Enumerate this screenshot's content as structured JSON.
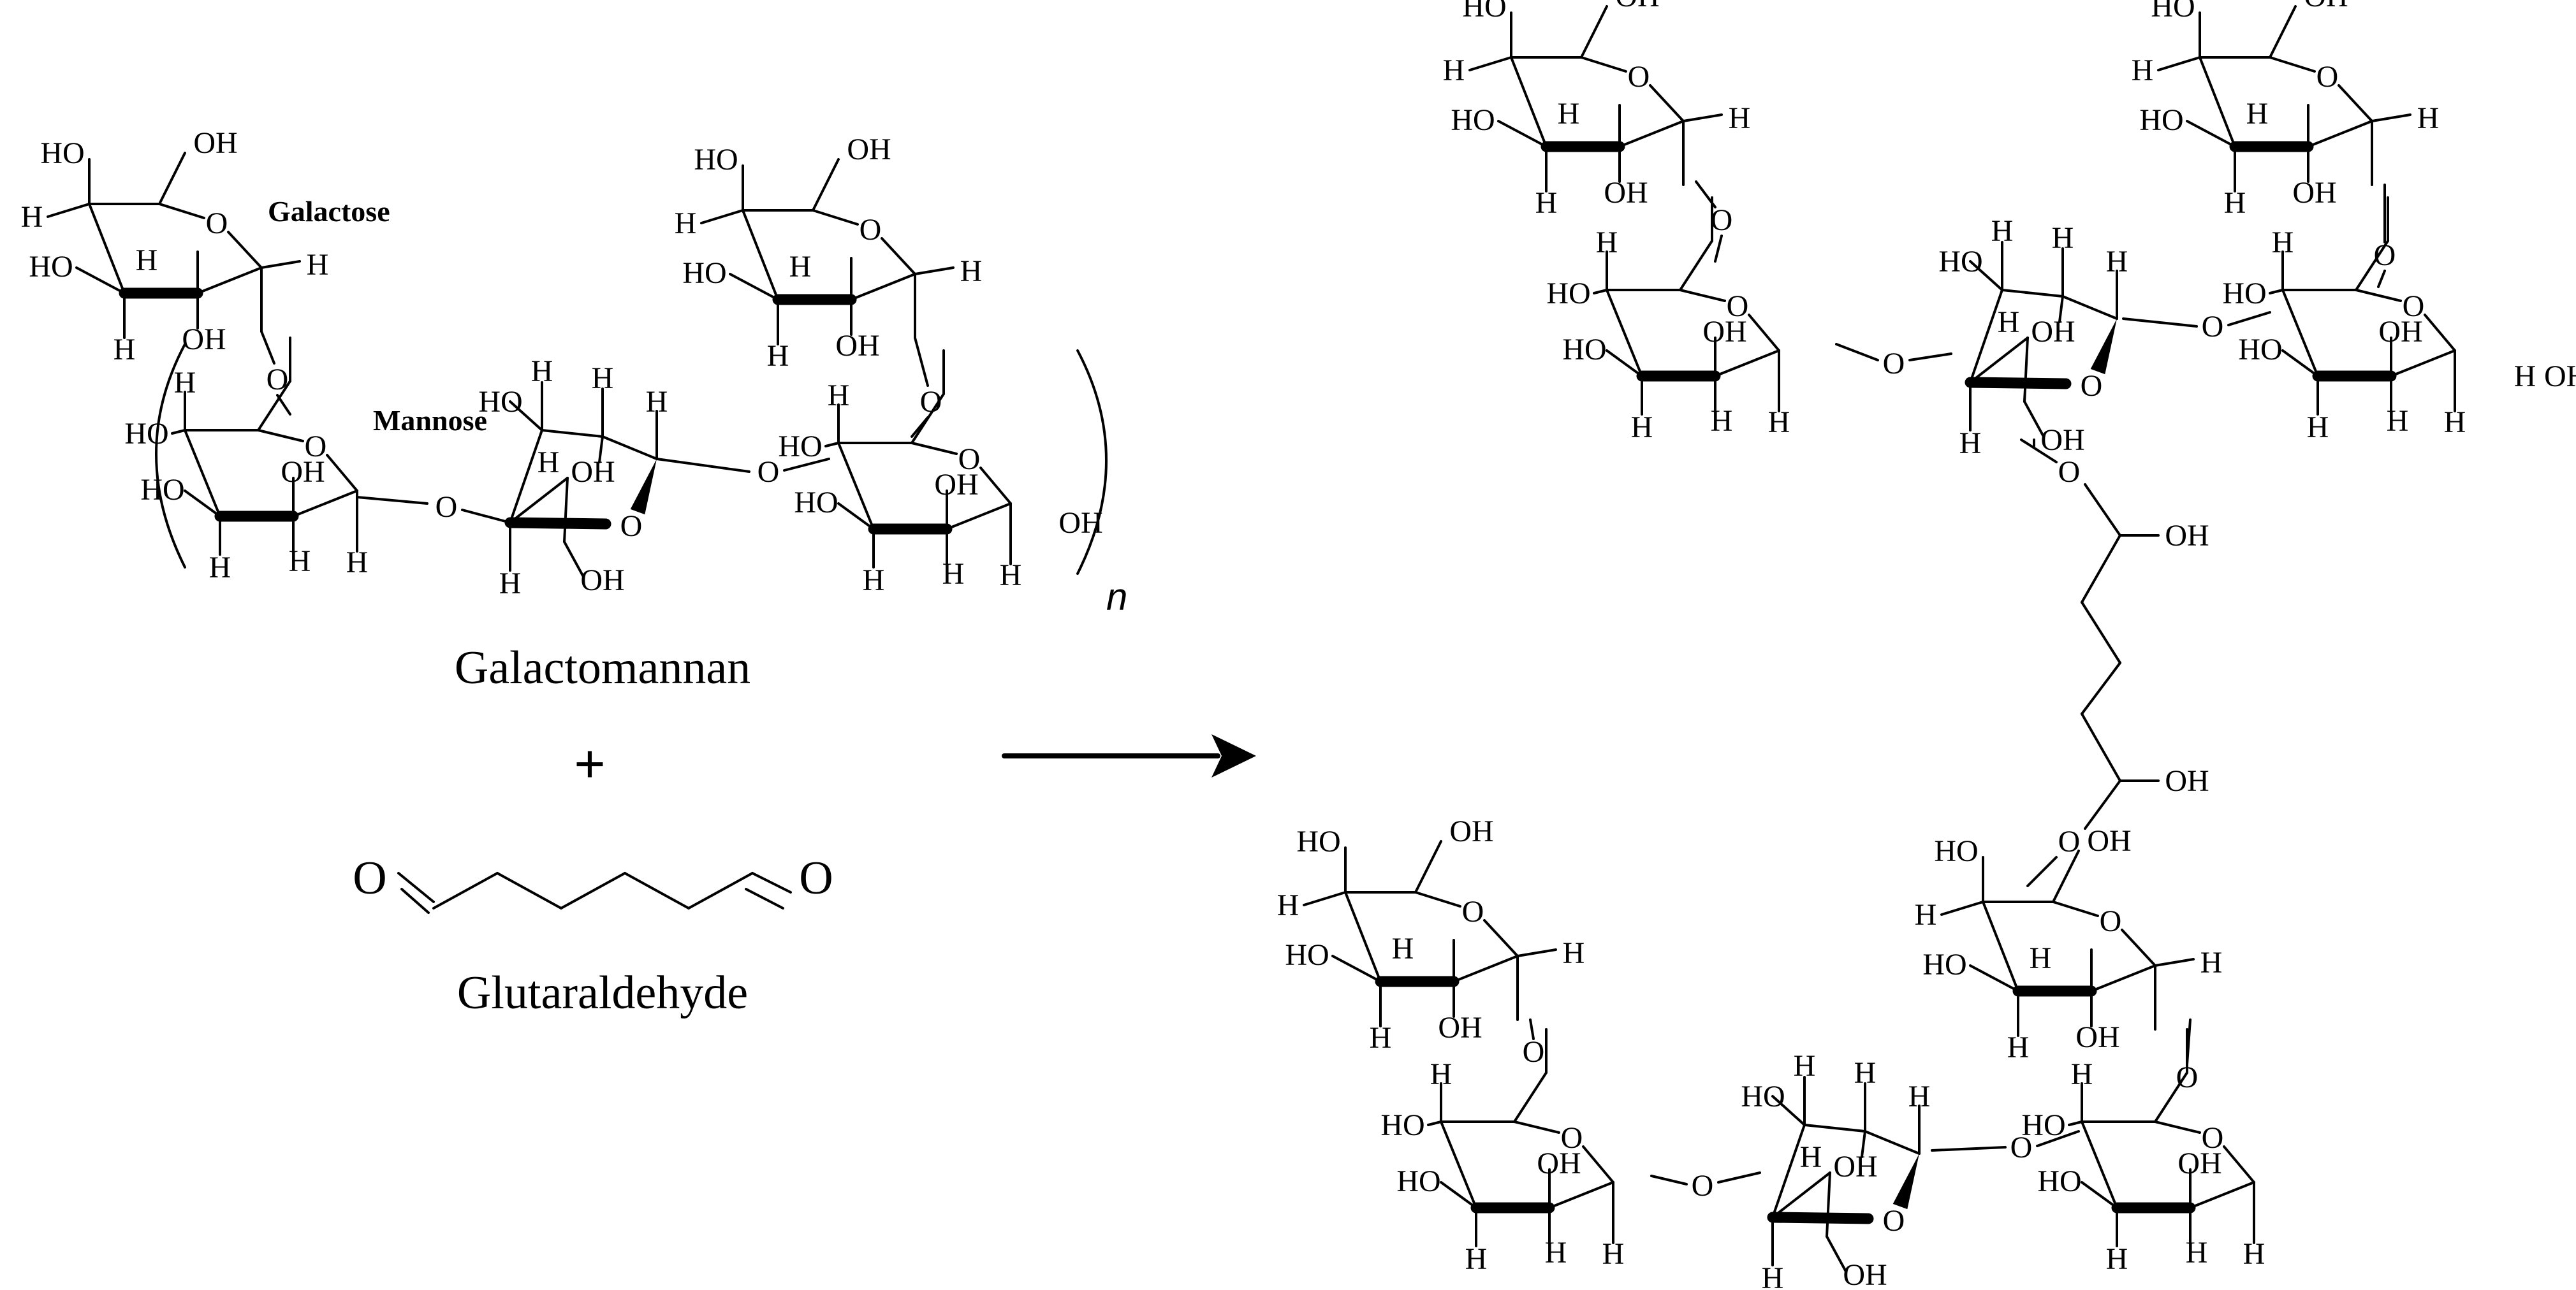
{
  "labels": {
    "galactose": "Galactose",
    "mannose": "Mannose",
    "galactomannan": "Galactomannan",
    "glutaraldehyde": "Glutaraldehyde",
    "plus": "+",
    "repeat": "n"
  },
  "atoms": {
    "hydroxyl": "OH",
    "hydroxyl_rev": "HO",
    "hydrogen": "H",
    "oxygen": "O"
  },
  "colors": {
    "ink": "#000000",
    "background": "#ffffff"
  }
}
